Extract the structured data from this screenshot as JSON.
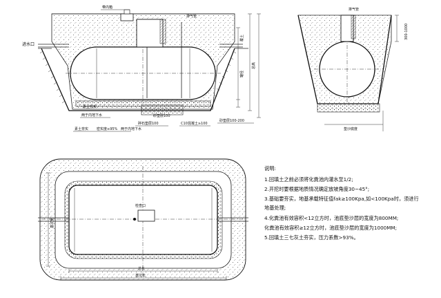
{
  "elevation": {
    "top_labels": [
      "带内箱",
      "排气管"
    ],
    "left_labels": [
      "进水口",
      "素土夯实",
      "素土夯实",
      "密实度≥95%",
      "两于内地下水"
    ],
    "bottom_labels": [
      "两于内地下水",
      "碎石垫层100",
      "砂垫层100",
      "C10混凝土≥100",
      "砂垫层100-200"
    ],
    "dim_labels": [
      "覆土",
      "罐径",
      "总高"
    ],
    "dim_small": [
      "300-1000"
    ]
  },
  "section": {
    "bottom_label": "垫沙底度"
  },
  "plan": {
    "manhole_label": "检查口",
    "left_dim": "基坑宽",
    "bottom_dims": [
      "总长",
      "基坑长"
    ]
  },
  "notes": {
    "title": "说明:",
    "items": [
      "1.回填土之前必须将化粪池内灌水至1/2;",
      "2.开挖时要根据地质情况确定放坡角度30~45°;",
      "3.基础要夯实，地基承载特征值fak≥100Kpa,如<100Kpa时，须进行",
      "   地基处理;",
      "4.化粪池有效容积<12立方时，池底垫沙层的宽度为800MM;",
      "   化粪池有效容积≥12立方时，池底垫沙层的宽度为1000MM;",
      "5.回填土三七灰土夯实，压力系数>93%。"
    ]
  }
}
